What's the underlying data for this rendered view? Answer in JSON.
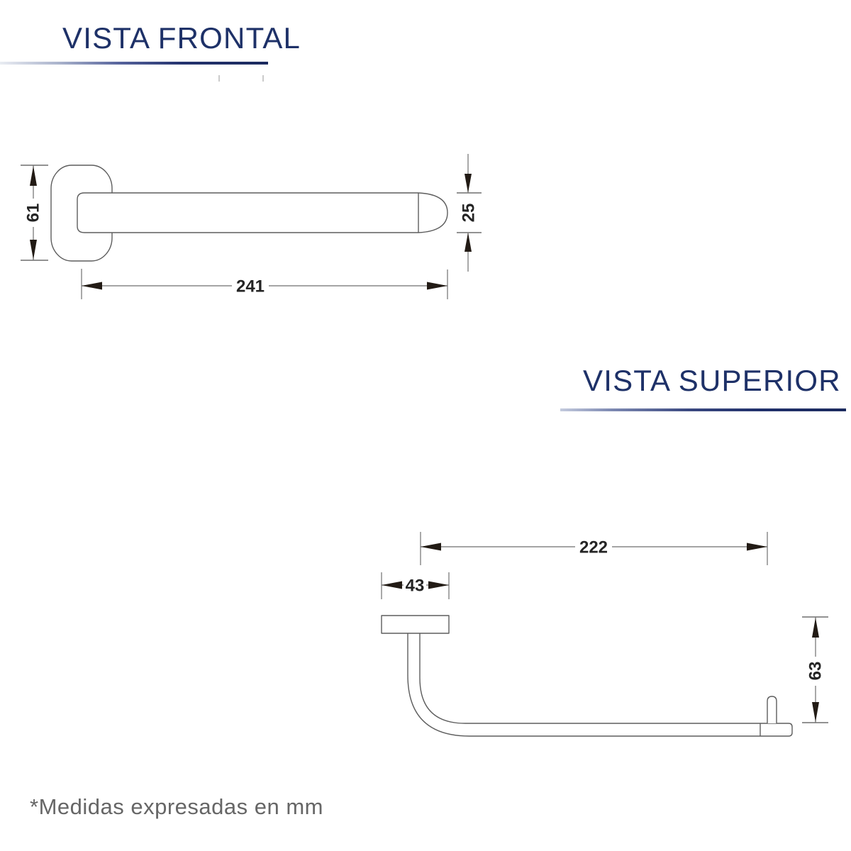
{
  "front_view": {
    "title": "VISTA FRONTAL",
    "dim_height_mm": "61",
    "dim_bar_thickness_mm": "25",
    "dim_length_mm": "241"
  },
  "top_view": {
    "title": "VISTA SUPERIOR",
    "dim_length_mm": "222",
    "dim_plate_width_mm": "43",
    "dim_depth_mm": "63"
  },
  "footnote": "*Medidas expresadas en mm",
  "colors": {
    "accent_navy": "#1e3168",
    "line_gray": "#5d5d5d",
    "dimension_text": "#242424",
    "note_gray": "#666666"
  }
}
